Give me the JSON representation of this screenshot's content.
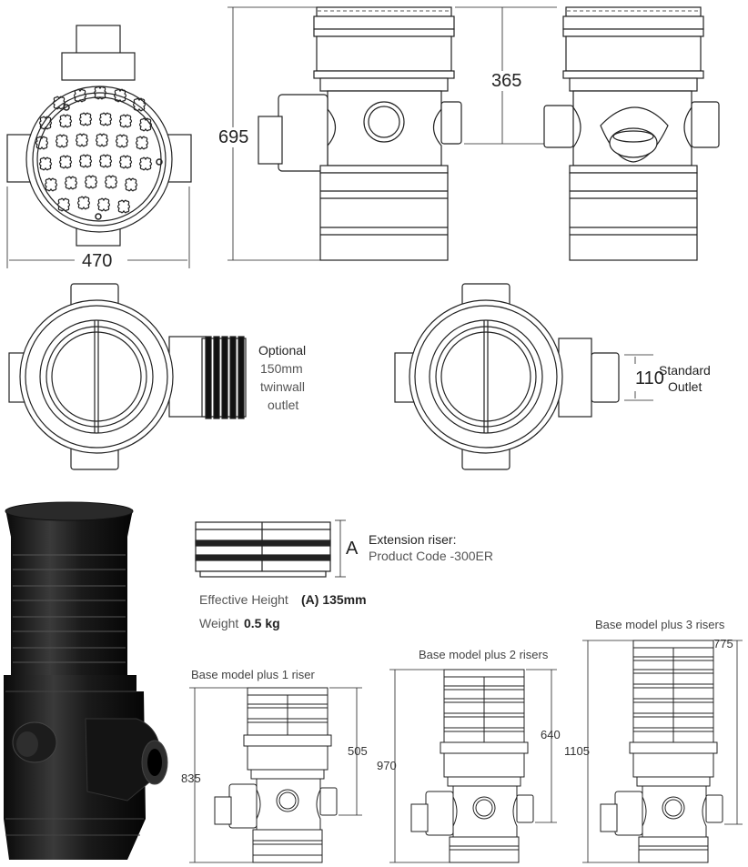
{
  "dimensions": {
    "width_top": "470",
    "height_side": "695",
    "height_outlet": "365",
    "outlet_size": "110",
    "riser_a": "A",
    "model1_total": "835",
    "model1_inner": "505",
    "model2_total": "970",
    "model2_inner": "640",
    "model3_total": "1105",
    "model3_inner": "775"
  },
  "labels": {
    "optional_line1": "Optional",
    "optional_line2": "150mm",
    "optional_line3": "twinwall",
    "optional_line4": "outlet",
    "standard_line1": "Standard",
    "standard_line2": "Outlet"
  },
  "riser": {
    "title": "Extension riser:",
    "product_code": "Product Code -300ER",
    "effective_height_label": "Effective Height",
    "effective_height_value": "(A) 135mm",
    "weight_label": "Weight",
    "weight_value": "0.5 kg"
  },
  "models": {
    "plus1": "Base model plus 1 riser",
    "plus2": "Base model plus 2 risers",
    "plus3": "Base model plus 3 risers"
  }
}
